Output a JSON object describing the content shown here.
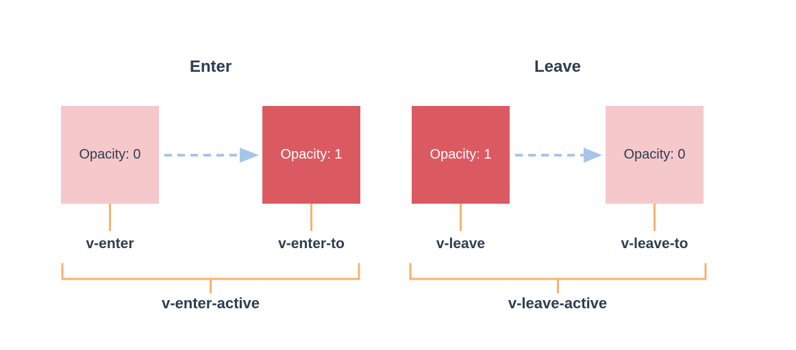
{
  "colors": {
    "pink": "#F5C8CC",
    "red": "#DB5A62",
    "blue": "#A6C5E8",
    "orange": "#F8B16C",
    "dark": "#2C3E50",
    "white": "#FFFFFF"
  },
  "icons": {
    "transition_arrow": "dashed-right-arrow",
    "grouping_bracket": "bottom-square-bracket"
  },
  "sections": [
    {
      "title": "Enter",
      "boxes": [
        {
          "label": "Opacity: 0",
          "variant": "faded",
          "class_label": "v-enter"
        },
        {
          "label": "Opacity: 1",
          "variant": "solid",
          "class_label": "v-enter-to"
        }
      ],
      "active_label": "v-enter-active"
    },
    {
      "title": "Leave",
      "boxes": [
        {
          "label": "Opacity: 1",
          "variant": "solid",
          "class_label": "v-leave"
        },
        {
          "label": "Opacity: 0",
          "variant": "faded",
          "class_label": "v-leave-to"
        }
      ],
      "active_label": "v-leave-active"
    }
  ]
}
